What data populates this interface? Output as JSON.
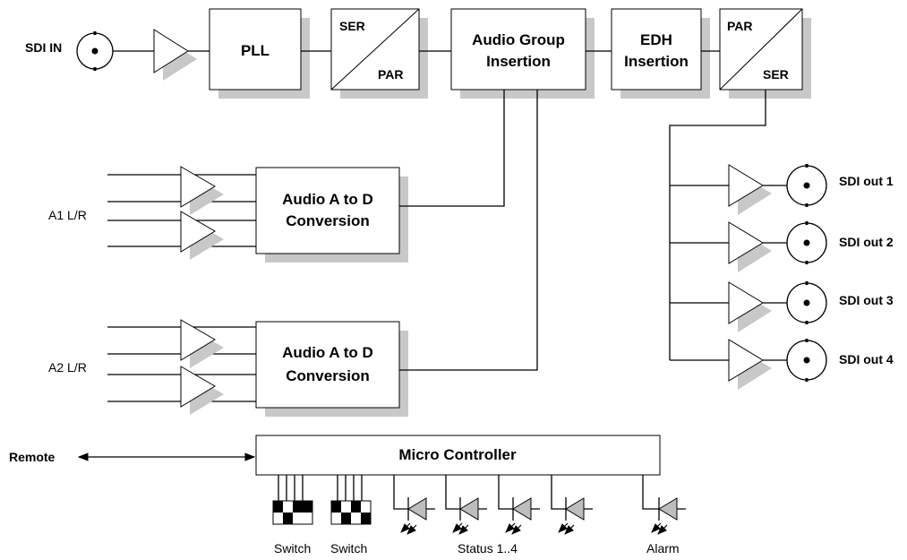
{
  "diagram": {
    "input_label": "SDI IN",
    "blocks": {
      "pll": "PLL",
      "ser_par_top": "SER",
      "ser_par_bottom": "PAR",
      "audio_group_line1": "Audio Group",
      "audio_group_line2": "Insertion",
      "edh_line1": "EDH",
      "edh_line2": "Insertion",
      "par_ser_top": "PAR",
      "par_ser_bottom": "SER",
      "adc1_line1": "Audio A to D",
      "adc1_line2": "Conversion",
      "adc2_line1": "Audio A to D",
      "adc2_line2": "Conversion",
      "micro": "Micro Controller"
    },
    "audio_inputs": [
      "A1 L/R",
      "A2 L/R"
    ],
    "outputs": [
      "SDI out 1",
      "SDI out 2",
      "SDI out 3",
      "SDI out 4"
    ],
    "remote_label": "Remote",
    "bottom_labels": {
      "switch1": "Switch",
      "switch2": "Switch",
      "status": "Status 1..4",
      "alarm": "Alarm"
    },
    "colors": {
      "shadow": "#c8c8c8",
      "led": "#bdbdbd",
      "line": "#000000"
    }
  }
}
